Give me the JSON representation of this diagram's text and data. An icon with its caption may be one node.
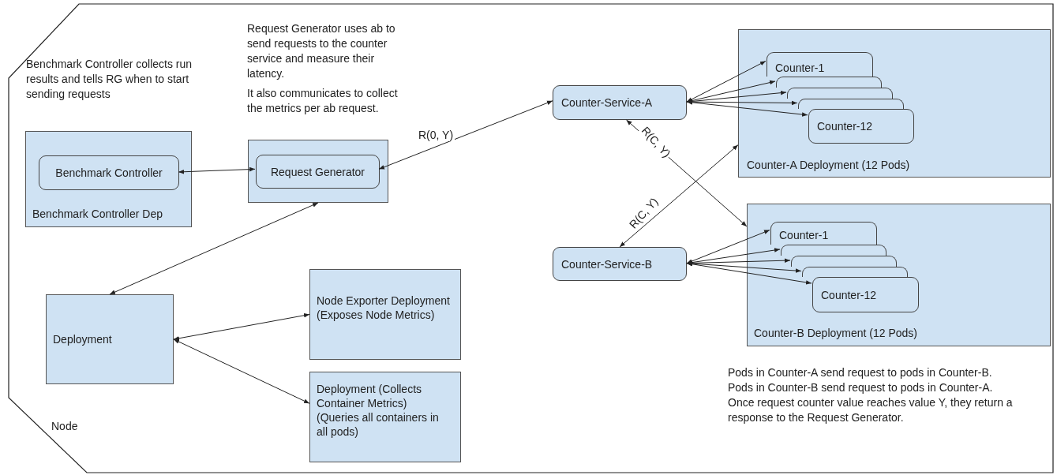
{
  "diagram": {
    "nodes": [
      {
        "text": [
          "Node"
        ]
      },
      {
        "text": [
          "Benchmark Controller Dep"
        ],
        "in": 0
      },
      {
        "text": [
          "Benchmark Controller"
        ],
        "in": 1
      },
      {
        "text": [],
        "shape": "box",
        "in": 0
      },
      {
        "text": [
          "Request Generator"
        ],
        "in": 3
      },
      {
        "text": [
          "Counter-Service-A"
        ],
        "in": 0
      },
      {
        "text": [
          "Counter-A Deployment (12 Pods)"
        ],
        "in": 0
      },
      {
        "text": [
          "Counter-1"
        ],
        "in": 6
      },
      {
        "text": [],
        "shape": "box",
        "in": 6
      },
      {
        "text": [],
        "shape": "box",
        "in": 6
      },
      {
        "text": [],
        "shape": "box",
        "in": 6
      },
      {
        "text": [
          "Counter-12"
        ],
        "in": 6
      },
      {
        "text": [
          "Counter-Service-B"
        ],
        "in": 0
      },
      {
        "text": [
          "Counter-B Deployment (12 Pods)"
        ],
        "in": 0
      },
      {
        "text": [
          "Counter-1"
        ],
        "in": 13
      },
      {
        "text": [],
        "shape": "box",
        "in": 13
      },
      {
        "text": [],
        "shape": "box",
        "in": 13
      },
      {
        "text": [],
        "shape": "box",
        "in": 13
      },
      {
        "text": [
          "Counter-12"
        ],
        "in": 13
      },
      {
        "text": [
          "Deployment"
        ],
        "in": 0
      },
      {
        "text": [
          "Node Exporter Deployment (Exposes Node Metrics)"
        ],
        "in": 0
      },
      {
        "text": [
          "Deployment (Collects Container Metrics) (Queries all containers in all pods)"
        ],
        "in": 0
      }
    ],
    "edges": [
      {
        "from": 2,
        "to": 4,
        "arrow": "both"
      },
      {
        "from": 4,
        "to": 5,
        "arrow": "both",
        "label": "R(0, Y)"
      },
      {
        "from": 3,
        "to": 19,
        "arrow": "both"
      },
      {
        "from": 19,
        "to": 20,
        "arrow": "both"
      },
      {
        "from": 19,
        "to": 21,
        "arrow": "both"
      },
      {
        "from": 5,
        "to": 7,
        "arrow": "both"
      },
      {
        "from": 5,
        "to": 8,
        "arrow": "both"
      },
      {
        "from": 5,
        "to": 9,
        "arrow": "both"
      },
      {
        "from": 5,
        "to": 10,
        "arrow": "both"
      },
      {
        "from": 5,
        "to": 11,
        "arrow": "both"
      },
      {
        "from": 5,
        "to": 13,
        "arrow": "both",
        "label": "R(C, Y)"
      },
      {
        "from": 12,
        "to": 6,
        "arrow": "both",
        "label": "R(C, Y)"
      },
      {
        "from": 12,
        "to": 14,
        "arrow": "both"
      },
      {
        "from": 12,
        "to": 15,
        "arrow": "both"
      },
      {
        "from": 12,
        "to": 16,
        "arrow": "both"
      },
      {
        "from": 12,
        "to": 17,
        "arrow": "both"
      },
      {
        "from": 12,
        "to": 18,
        "arrow": "both"
      }
    ],
    "labels": [
      "Benchmark Controller collects run results and tells RG when to start sending requests",
      "Request Generator uses ab to send requests to the counter service and measure their latency.",
      "It also communicates to collect the metrics per ab request.",
      "Pods in Counter-A send request to pods in Counter-B.",
      "Pods in Counter-B send request to pods in Counter-A.",
      "Once request counter value reaches value Y, they return a response to the Request Generator."
    ]
  }
}
